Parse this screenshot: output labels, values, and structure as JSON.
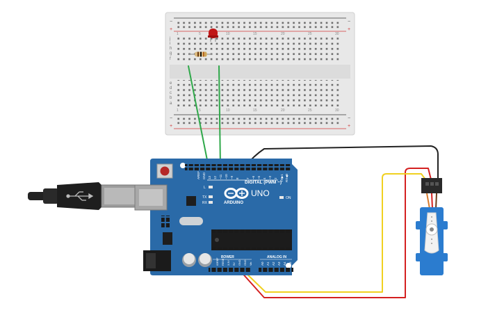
{
  "board": {
    "name": "UNO",
    "brand": "ARDUINO",
    "digital_label": "DIGITAL (PWM ~)",
    "analog_label": "ANALOG IN",
    "power_label": "POWER",
    "on_label": "ON",
    "l_label": "L",
    "tx_label": "TX",
    "rx_label": "RX",
    "tx0_label": "TX▶1",
    "rx0_label": "RX◀0",
    "digital_pins": [
      "AREF",
      "GND",
      "13",
      "12",
      "~11",
      "~10",
      "~9",
      "8",
      "7",
      "~6",
      "~5",
      "4",
      "~3",
      "2"
    ],
    "analog_pins": [
      "A0",
      "A1",
      "A2",
      "A3",
      "A4",
      "A5"
    ],
    "power_pins": [
      "IOREF",
      "RESET",
      "3.3V",
      "5V",
      "GND",
      "GND",
      "Vin"
    ]
  },
  "breadboard": {
    "row_letters_top": [
      "a",
      "b",
      "c",
      "d",
      "e"
    ],
    "row_letters_bottom": [
      "f",
      "g",
      "h",
      "i",
      "j"
    ],
    "column_numbers": [
      "1",
      "5",
      "10",
      "15",
      "20",
      "25",
      "30"
    ]
  },
  "colors": {
    "board": "#2a6aa8",
    "wire_green": "#2fa84a",
    "wire_black": "#222222",
    "wire_red": "#d42020",
    "wire_yellow": "#f0d020",
    "led": "#c01818",
    "servo": "#2b7ccf"
  }
}
